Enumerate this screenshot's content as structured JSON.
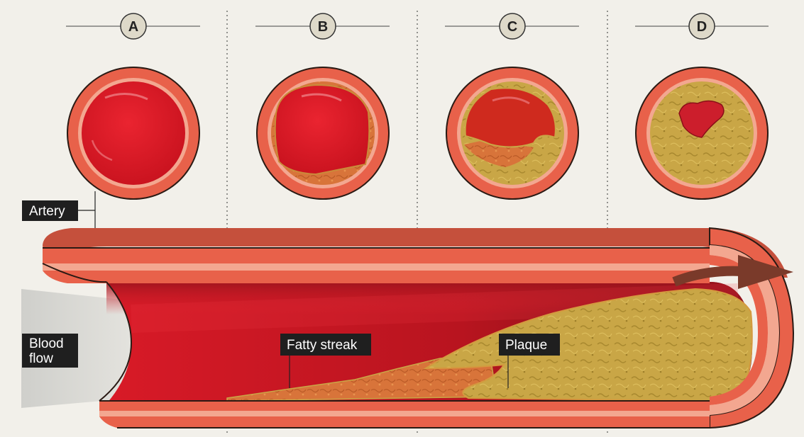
{
  "stages": [
    {
      "letter": "A"
    },
    {
      "letter": "B"
    },
    {
      "letter": "C"
    },
    {
      "letter": "D"
    }
  ],
  "labels": {
    "artery": "Artery",
    "blood_flow_line1": "Blood",
    "blood_flow_line2": "flow",
    "fatty_streak": "Fatty streak",
    "plaque": "Plaque"
  },
  "colors": {
    "background": "#f2f0ea",
    "artery_wall": "#e8614a",
    "artery_wall_light": "#f3a790",
    "artery_wall_dark": "#c5503c",
    "blood": "#dd1f2b",
    "blood_dark": "#8f1420",
    "fatty_streak": "#d8743a",
    "plaque": "#c9a646",
    "label_bg": "#1f1f1f",
    "label_text": "#ffffff"
  }
}
